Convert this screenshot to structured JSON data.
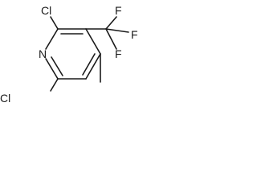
{
  "molecule": {
    "atoms": {
      "nitrogen": "N",
      "chlorine_top": "Cl",
      "chlorine_bottom": "Cl",
      "fluorine_top": "F",
      "fluorine_right": "F",
      "fluorine_bottom": "F"
    }
  }
}
